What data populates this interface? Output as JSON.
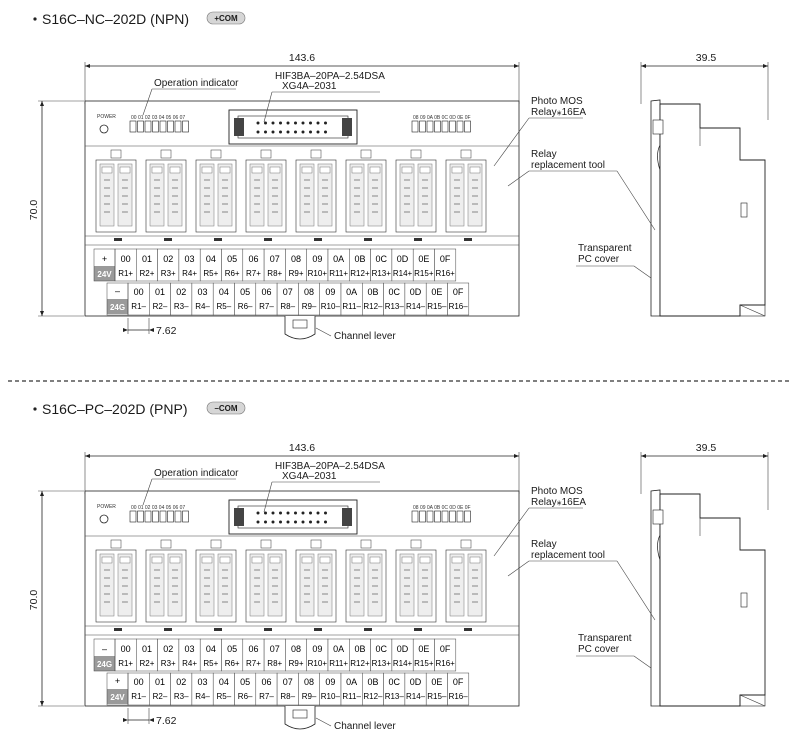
{
  "variants": [
    {
      "title": "S16C–NC–202D (NPN)",
      "badge": "+COM",
      "top_row_first": "+",
      "bottom_row_first": "–",
      "top_voltage": "24V",
      "bottom_voltage": "24G"
    },
    {
      "title": "S16C–PC–202D (PNP)",
      "badge": "–COM",
      "top_row_first": "–",
      "bottom_row_first": "+",
      "top_voltage": "24G",
      "bottom_voltage": "24V"
    }
  ],
  "labels": {
    "width_dim": "143.6",
    "height_dim": "70.0",
    "side_width_dim": "39.5",
    "pitch_dim": "7.62",
    "operation_indicator": "Operation indicator",
    "connector_1": "HIF3BA–20PA–2.54DSA",
    "connector_2": "XG4A–2031",
    "relay_1": "Photo MOS",
    "relay_2": "Relay⁎16EA",
    "tool_1": "Relay",
    "tool_2": "replacement tool",
    "cover_1": "Transparent",
    "cover_2": "PC cover",
    "channel_lever": "Channel lever",
    "power": "POWER",
    "led_left": "00 01 02 03 04 05 06 07",
    "led_right": "08 09 0A 0B 0C 0D 0E 0F"
  },
  "channels": [
    "00",
    "01",
    "02",
    "03",
    "04",
    "05",
    "06",
    "07",
    "08",
    "09",
    "0A",
    "0B",
    "0C",
    "0D",
    "0E",
    "0F"
  ],
  "relay_plus": [
    "R1+",
    "R2+",
    "R3+",
    "R4+",
    "R5+",
    "R6+",
    "R7+",
    "R8+",
    "R9+",
    "R10+",
    "R11+",
    "R12+",
    "R13+",
    "R14+",
    "R15+",
    "R16+"
  ],
  "relay_minus": [
    "R1–",
    "R2–",
    "R3–",
    "R4–",
    "R5–",
    "R6–",
    "R7–",
    "R8–",
    "R9–",
    "R10–",
    "R11–",
    "R12–",
    "R13–",
    "R14–",
    "R15–",
    "R16–"
  ]
}
